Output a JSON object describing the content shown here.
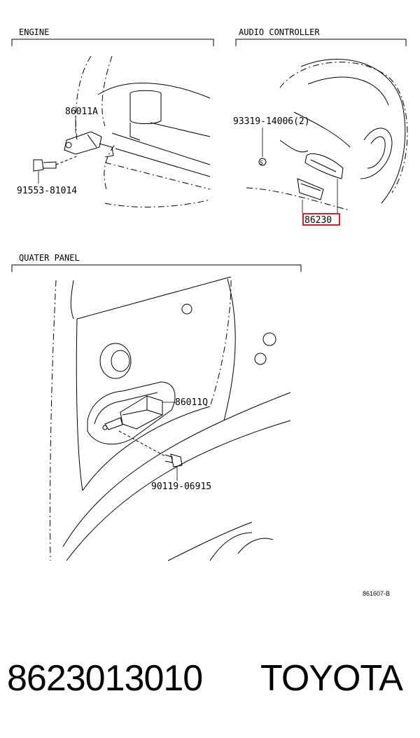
{
  "sections": {
    "engine": {
      "title": "ENGINE",
      "parts": [
        "86011A",
        "91553-81014"
      ]
    },
    "audio_controller": {
      "title": "AUDIO CONTROLLER",
      "parts": [
        "93319-14006(2)",
        "86230"
      ],
      "highlight_color": "#d21f26"
    },
    "quater_panel": {
      "title": "QUATER PANEL",
      "parts": [
        "86011Q",
        "90119-06915"
      ]
    }
  },
  "figure_code": "861607-B",
  "footer": {
    "part_number": "8623013010",
    "brand": "TOYOTA"
  }
}
